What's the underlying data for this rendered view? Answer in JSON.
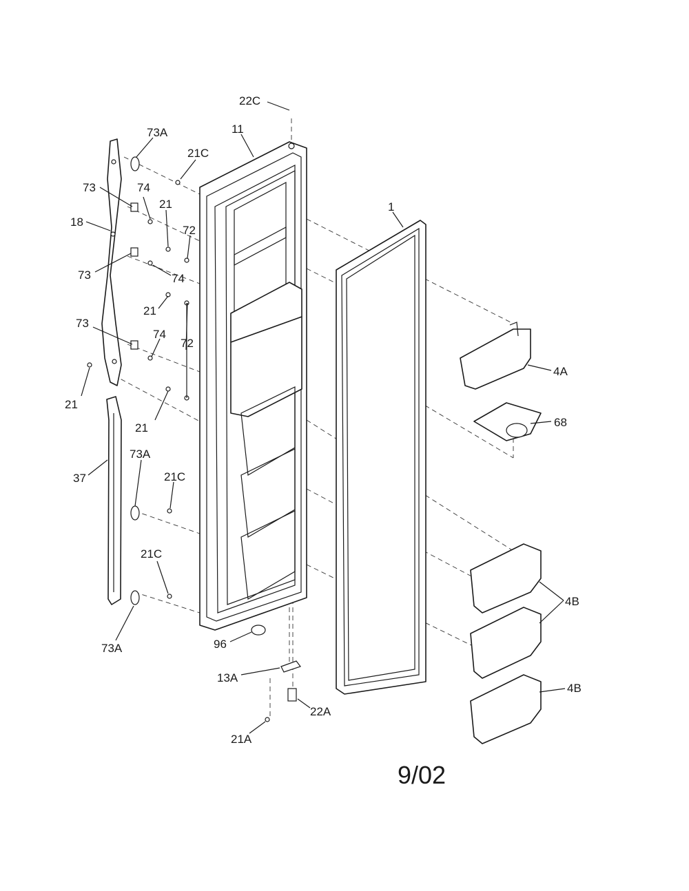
{
  "diagram": {
    "date": "9/02",
    "callouts": {
      "c22C": "22C",
      "c11": "11",
      "c73A_top": "73A",
      "c21C_top": "21C",
      "c73_1": "73",
      "c74_1": "74",
      "c21_1": "21",
      "c18": "18",
      "c72_1": "72",
      "c73_2": "73",
      "c74_2": "74",
      "c21_2": "21",
      "c73_3": "73",
      "c74_3": "74",
      "c72_2": "72",
      "c21_3": "21",
      "c21_4": "21",
      "c1": "1",
      "c4A": "4A",
      "c68": "68",
      "c37": "37",
      "c73A_mid": "73A",
      "c21C_mid": "21C",
      "c21C_low": "21C",
      "c73A_bot": "73A",
      "c4B_1": "4B",
      "c4B_2": "4B",
      "c96": "96",
      "c13A": "13A",
      "c22A": "22A",
      "c21A": "21A"
    }
  }
}
